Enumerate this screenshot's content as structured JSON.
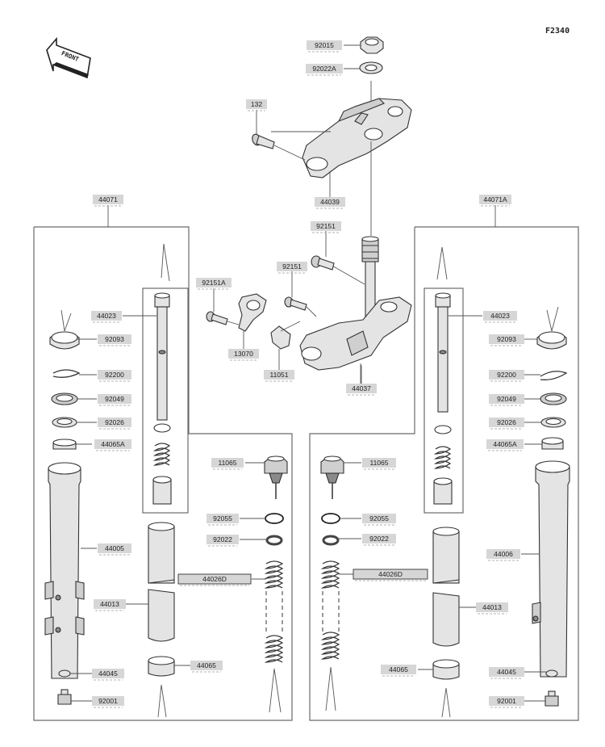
{
  "figure_code": "F2340",
  "front_label": "FRONT",
  "groups": [
    {
      "id": "left",
      "label": "44071"
    },
    {
      "id": "right",
      "label": "44071A"
    }
  ],
  "labels": [
    {
      "id": "p92015",
      "text": "92015"
    },
    {
      "id": "p92022A",
      "text": "92022A"
    },
    {
      "id": "p132",
      "text": "132"
    },
    {
      "id": "p44039",
      "text": "44039"
    },
    {
      "id": "p92151top",
      "text": "92151"
    },
    {
      "id": "p92151mid",
      "text": "92151"
    },
    {
      "id": "p92151A",
      "text": "92151A"
    },
    {
      "id": "p13070",
      "text": "13070"
    },
    {
      "id": "p11051",
      "text": "11051"
    },
    {
      "id": "p44037",
      "text": "44037"
    },
    {
      "id": "L44023",
      "text": "44023"
    },
    {
      "id": "L92093",
      "text": "92093"
    },
    {
      "id": "L92200",
      "text": "92200"
    },
    {
      "id": "L92049",
      "text": "92049"
    },
    {
      "id": "L92026",
      "text": "92026"
    },
    {
      "id": "L44065A",
      "text": "44065A"
    },
    {
      "id": "L44005",
      "text": "44005"
    },
    {
      "id": "L44013",
      "text": "44013"
    },
    {
      "id": "L44045",
      "text": "44045"
    },
    {
      "id": "L92001",
      "text": "92001"
    },
    {
      "id": "L11065",
      "text": "11065"
    },
    {
      "id": "L92055",
      "text": "92055"
    },
    {
      "id": "L92022",
      "text": "92022"
    },
    {
      "id": "L44026D",
      "text": "44026D"
    },
    {
      "id": "L44065",
      "text": "44065"
    },
    {
      "id": "R11065",
      "text": "11065"
    },
    {
      "id": "R92055",
      "text": "92055"
    },
    {
      "id": "R92022",
      "text": "92022"
    },
    {
      "id": "R44026D",
      "text": "44026D"
    },
    {
      "id": "R44065",
      "text": "44065"
    },
    {
      "id": "R44023",
      "text": "44023"
    },
    {
      "id": "R92093",
      "text": "92093"
    },
    {
      "id": "R92200",
      "text": "92200"
    },
    {
      "id": "R92049",
      "text": "92049"
    },
    {
      "id": "R92026",
      "text": "92026"
    },
    {
      "id": "R44065A",
      "text": "44065A"
    },
    {
      "id": "R44006",
      "text": "44006"
    },
    {
      "id": "R44013",
      "text": "44013"
    },
    {
      "id": "R44045",
      "text": "44045"
    },
    {
      "id": "R92001",
      "text": "92001"
    }
  ]
}
